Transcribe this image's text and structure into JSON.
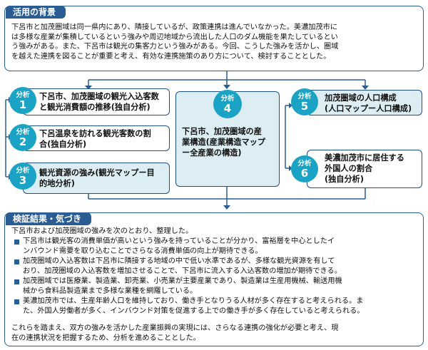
{
  "background": {
    "title": "活用の背景",
    "lines": [
      "下呂市と加茂圏域は同一県内にあり、隣接しているが、政策連携は進んでいなかった。美濃加茂市に",
      "は多様な産業が集積しているという強みや周辺地域から流出した人口のダム機能を果たしているとい",
      "う強みがある。また、下呂市は観光の集客力という強みがある。今回、こうした強みを活かし、圏域",
      "を越えた連携を図ることが重要と考え、有効な連携施策のあり方について、検討することとした。"
    ]
  },
  "analyses": [
    {
      "label": "分析",
      "num": "1",
      "lines": [
        "下呂市、加茂圏域の観光入込客数",
        "と観光消費額の推移(独自分析)"
      ]
    },
    {
      "label": "分析",
      "num": "2",
      "lines": [
        "下呂温泉を訪れる観光客数の割",
        "合(独自分析)"
      ]
    },
    {
      "label": "分析",
      "num": "3",
      "lines": [
        "観光資源の強み(観光マップー目",
        "的地分析)"
      ]
    },
    {
      "label": "分析",
      "num": "4",
      "lines": [
        "下呂市、加茂圏域の産",
        "業構造(産業構造マップ",
        "ー全産業の構造)"
      ]
    },
    {
      "label": "分析",
      "num": "5",
      "lines": [
        "加茂圏域の人口構成",
        "(人口マップー人口構成)"
      ]
    },
    {
      "label": "分析",
      "num": "6",
      "lines": [
        "美濃加茂市に居住する",
        "外国人の割合",
        "(独自分析)"
      ]
    }
  ],
  "results": {
    "title": "検証結果・気づき",
    "intro": "下呂市および加茂圏域の強みを次のとおり、整理した。",
    "bullets": [
      [
        "下呂市は観光客の消費単価が高いという強みを持っていることが分かり、富裕層を中心としたイ",
        "ンバウンド需要を取り込むことでさらなる消費単価の向上が期待できる。"
      ],
      [
        "加茂圏域の入込客数は下呂市に隣接する地域の中で低い水準であるが、多様な観光資源を有して",
        "おり、加茂圏域の入込客数を増加させることで、下呂市に流入する入込客数の増加が期待できる。"
      ],
      [
        "加茂圏域では医療業、製造業、卸売業、小売業が主要産業であり、製造業は生産用機械、輸送用機",
        "械から食料品製造業まで多様な業種を網羅している。"
      ],
      [
        "美濃加茂市では、生産年齢人口を維持しており、働き手となりうる人材が多く存在すると考えられる。ま",
        "た、外国人労働者が多く、インバウンド対策を促進する上での働き手が多く存在していると考えられる。"
      ]
    ],
    "conclusion": [
      "これらを踏まえ、双方の強みを活かした産業振興の実現には、さらなる連携の強化が必要と考え、現",
      "在の連携状況を把握するため、分析を進めることとした。"
    ]
  }
}
